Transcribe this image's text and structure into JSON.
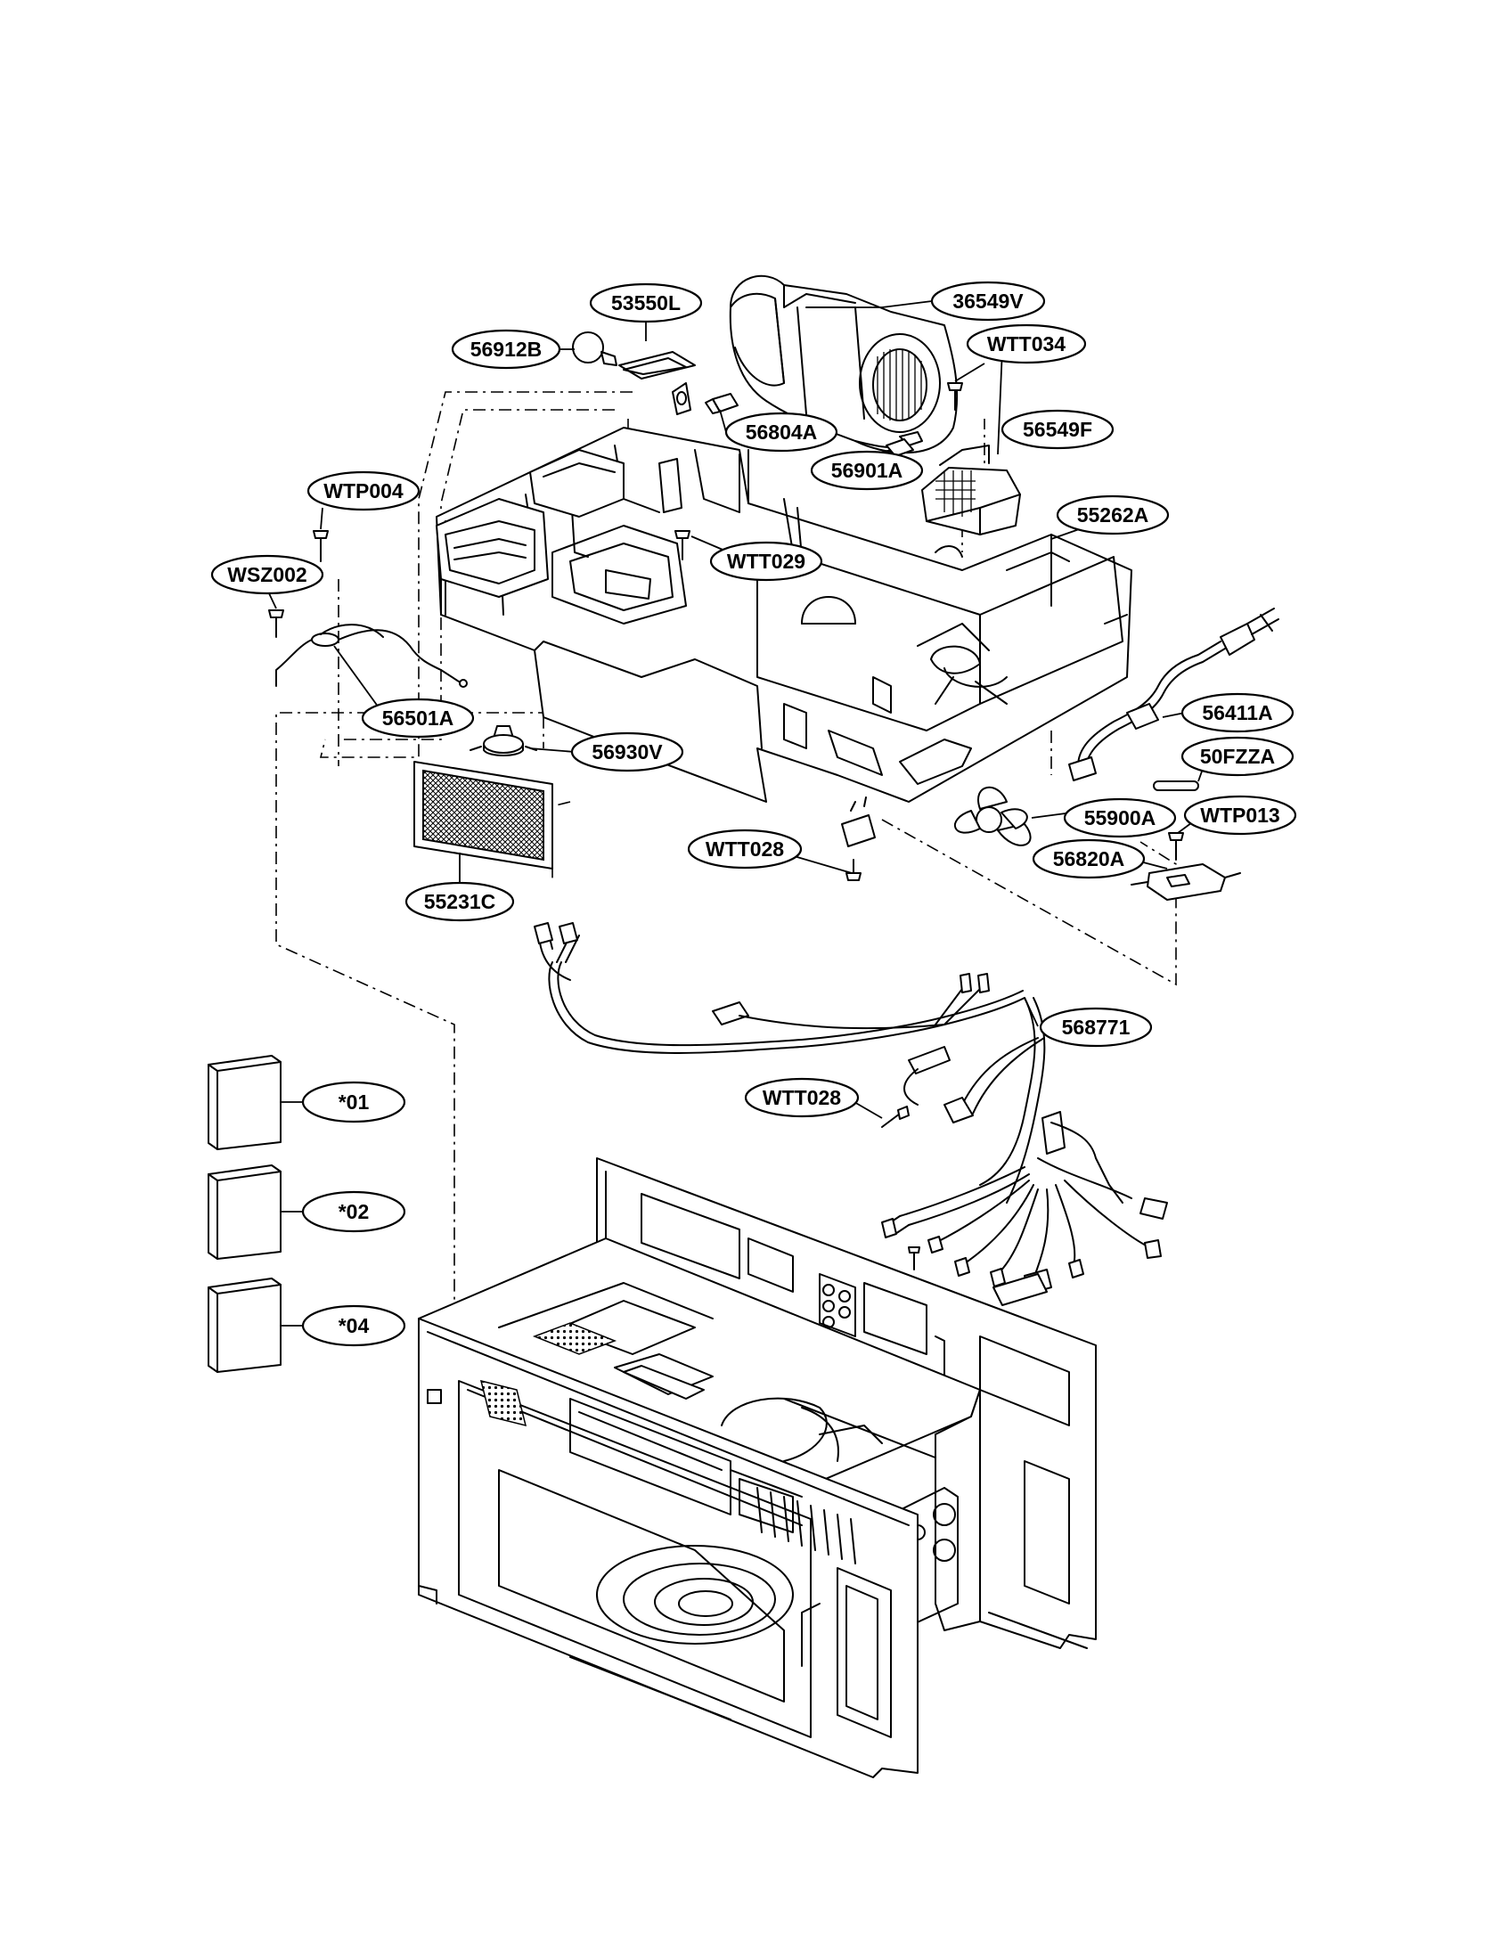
{
  "parts": {
    "p36549V": "36549V",
    "p53550L": "53550L",
    "p56912B": "56912B",
    "pWTT034": "WTT034",
    "p56804A": "56804A",
    "p56549F": "56549F",
    "p56901A": "56901A",
    "pWTP004": "WTP004",
    "p55262A": "55262A",
    "pWTT029": "WTT029",
    "pWSZ002": "WSZ002",
    "p56411A": "56411A",
    "p56501A": "56501A",
    "p50FZZA": "50FZZA",
    "p56930V": "56930V",
    "pWTP013": "WTP013",
    "p55900A": "55900A",
    "pWTT028a": "WTT028",
    "p56820A": "56820A",
    "p55231C": "55231C",
    "p568771": "568771",
    "pWTT028b": "WTT028",
    "p01": "*01",
    "p02": "*02",
    "p04": "*04"
  }
}
